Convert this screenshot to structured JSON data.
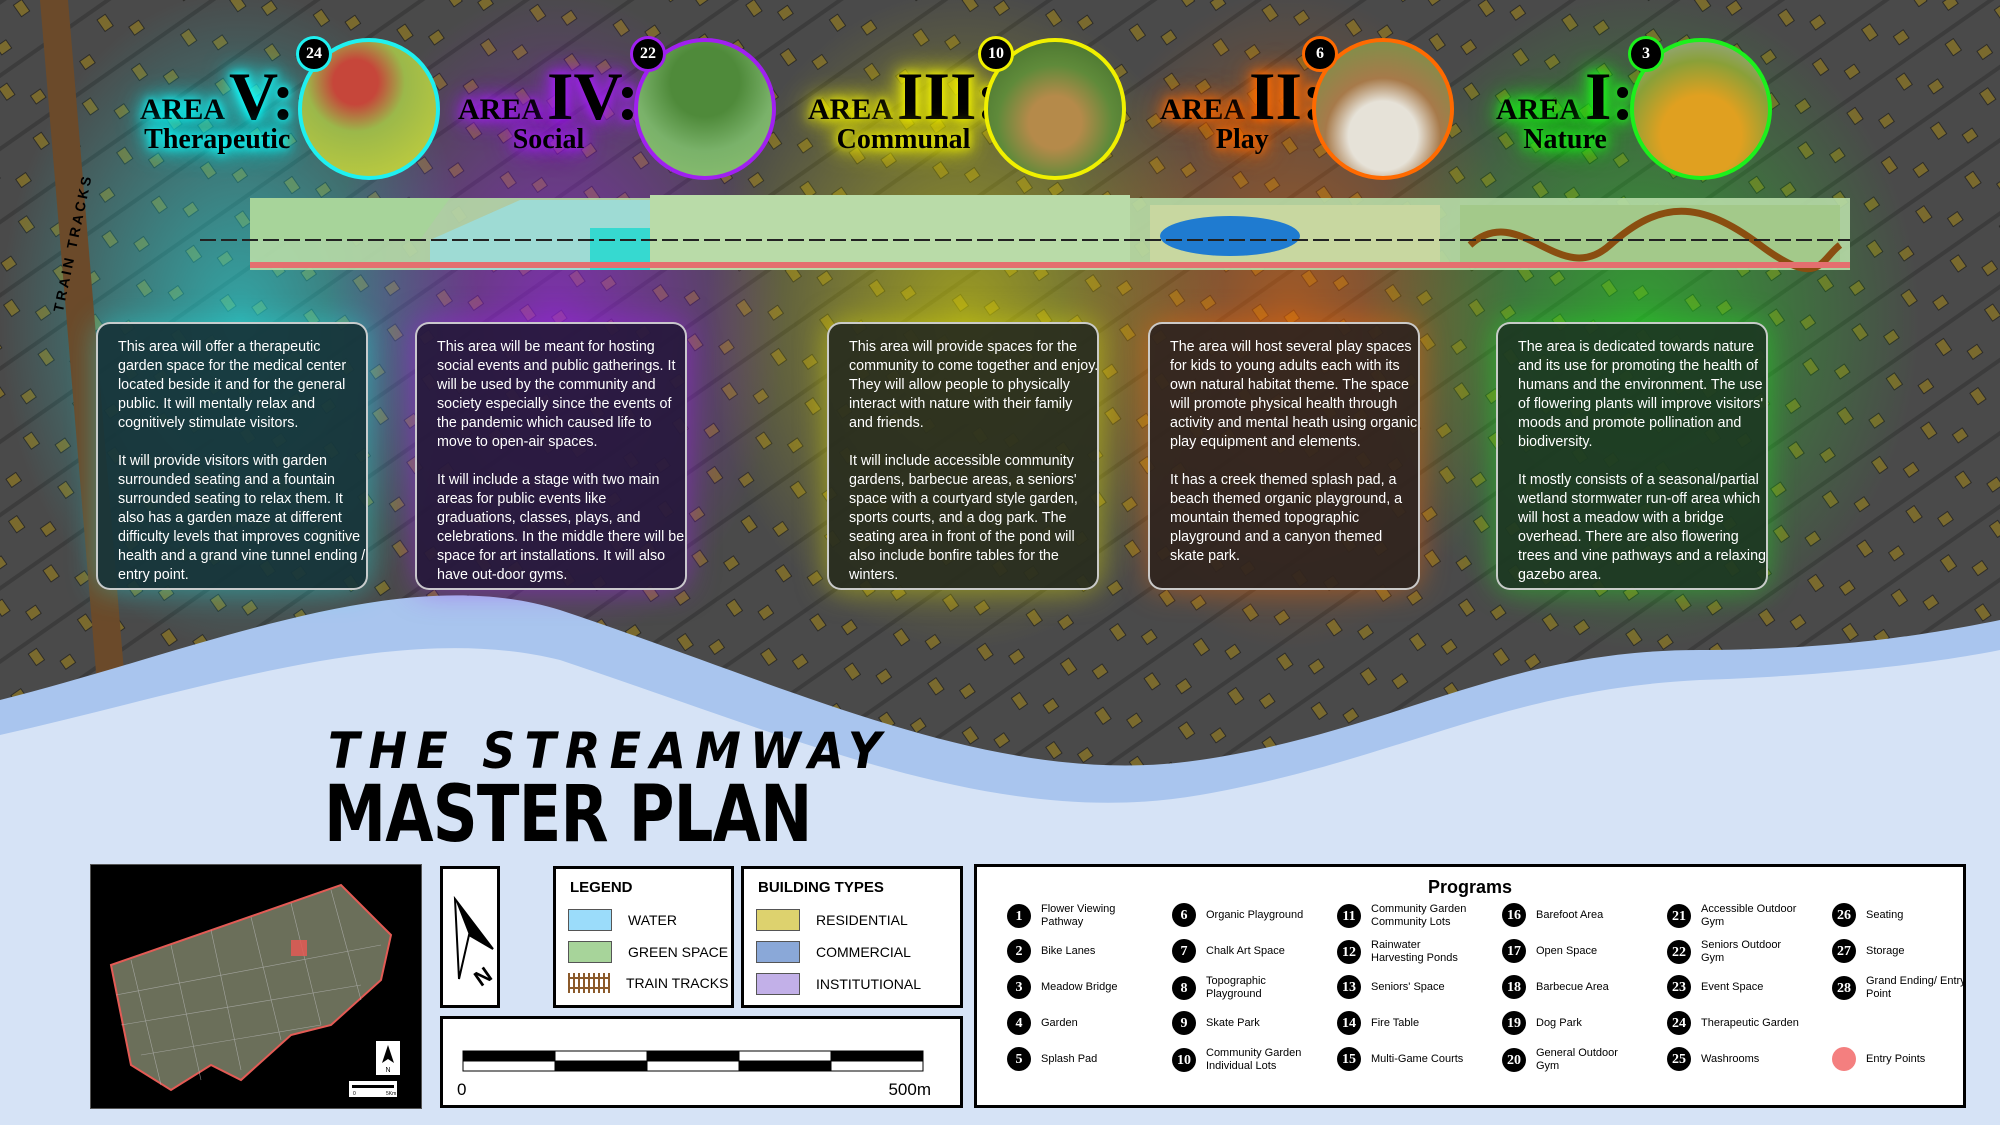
{
  "title": {
    "line1": "THE STREAMWAY",
    "line2": "MASTER PLAN"
  },
  "train_tracks_label": "TRAIN TRACKS",
  "areas": [
    {
      "word": "AREA",
      "numeral": "V:",
      "name": "Therapeutic",
      "program_badge": "24",
      "accent": "#1ff0f0",
      "paragraphs": [
        "This area will offer a therapeutic garden space for the medical center located beside it and for the general public. It will mentally relax and cognitively stimulate visitors.",
        "It will provide visitors with garden surrounded seating and a fountain surrounded seating to relax them. It also has a garden maze at different difficulty levels that improves cognitive health and a grand vine tunnel ending / entry point."
      ]
    },
    {
      "word": "AREA",
      "numeral": "IV:",
      "name": "Social",
      "program_badge": "22",
      "accent": "#a020f0",
      "paragraphs": [
        "This area will be meant for hosting social events and public gatherings. It will be used by the community and society especially since the events of the pandemic which caused life to move to open-air spaces.",
        "It will include a stage with two main areas for public events like graduations, classes, plays, and celebrations. In the middle there will be space for art installations. It will also have out-door gyms."
      ]
    },
    {
      "word": "AREA",
      "numeral": "III:",
      "name": "Communal",
      "program_badge": "10",
      "accent": "#f0f000",
      "paragraphs": [
        "This area will provide spaces for the community to come together and enjoy. They will allow people to physically interact with nature with their family and friends.",
        "It will include accessible community gardens, barbecue areas, a seniors' space with a courtyard style garden, sports courts, and a dog park. The seating area in front of the pond will also include bonfire tables for the winters."
      ]
    },
    {
      "word": "AREA",
      "numeral": "II:",
      "name": "Play",
      "program_badge": "6",
      "accent": "#ff6a00",
      "paragraphs": [
        "The area will host several play spaces for kids to young adults each with its own natural habitat theme. The space will promote physical health through activity and mental heath using organic play equipment and elements.",
        "It has a creek themed splash pad, a beach themed organic playground, a mountain themed topographic playground and a canyon themed skate park."
      ]
    },
    {
      "word": "AREA",
      "numeral": "I:",
      "name": "Nature",
      "program_badge": "3",
      "accent": "#1cf01c",
      "paragraphs": [
        "The area is dedicated towards nature and its use for promoting the health of humans and the environment. The use of flowering plants will improve visitors' moods and promote pollination and biodiversity.",
        "It mostly consists of a seasonal/partial wetland stormwater run-off area which will host a meadow with a bridge overhead. There are also flowering trees and vine pathways and a relaxing gazebo area."
      ]
    }
  ],
  "legend": {
    "heading": "LEGEND",
    "items": [
      {
        "label": "WATER",
        "color": "#9bdcfa"
      },
      {
        "label": "GREEN SPACE",
        "color": "#a7d49a"
      },
      {
        "label": "TRAIN TRACKS",
        "color": "#8b5a2b"
      }
    ]
  },
  "building_types": {
    "heading": "BUILDING TYPES",
    "items": [
      {
        "label": "RESIDENTIAL",
        "color": "#ddd26e"
      },
      {
        "label": "COMMERCIAL",
        "color": "#8aa8d8"
      },
      {
        "label": "INSTITUTIONAL",
        "color": "#c2b0e8"
      }
    ]
  },
  "north_arrow": {
    "label": "N"
  },
  "scale_bar": {
    "start": "0",
    "end": "500m"
  },
  "locator_map": {
    "north_label": "N",
    "scale_start": "0",
    "scale_end": "5Km"
  },
  "programs": {
    "heading": "Programs",
    "items": [
      {
        "num": "1",
        "label": "Flower Viewing Pathway"
      },
      {
        "num": "2",
        "label": "Bike Lanes"
      },
      {
        "num": "3",
        "label": "Meadow Bridge"
      },
      {
        "num": "4",
        "label": "Garden"
      },
      {
        "num": "5",
        "label": "Splash Pad"
      },
      {
        "num": "6",
        "label": "Organic Playground"
      },
      {
        "num": "7",
        "label": "Chalk Art Space"
      },
      {
        "num": "8",
        "label": "Topographic Playground"
      },
      {
        "num": "9",
        "label": "Skate Park"
      },
      {
        "num": "10",
        "label": "Community Garden Individual Lots"
      },
      {
        "num": "11",
        "label": "Community Garden Community Lots"
      },
      {
        "num": "12",
        "label": "Rainwater Harvesting Ponds"
      },
      {
        "num": "13",
        "label": "Seniors' Space"
      },
      {
        "num": "14",
        "label": "Fire Table"
      },
      {
        "num": "15",
        "label": "Multi-Game Courts"
      },
      {
        "num": "16",
        "label": "Barefoot Area"
      },
      {
        "num": "17",
        "label": "Open Space"
      },
      {
        "num": "18",
        "label": "Barbecue Area"
      },
      {
        "num": "19",
        "label": "Dog Park"
      },
      {
        "num": "20",
        "label": "General Outdoor Gym"
      },
      {
        "num": "21",
        "label": "Accessible Outdoor Gym"
      },
      {
        "num": "22",
        "label": "Seniors Outdoor Gym"
      },
      {
        "num": "23",
        "label": "Event Space"
      },
      {
        "num": "24",
        "label": "Therapeutic Garden"
      },
      {
        "num": "25",
        "label": "Washrooms"
      },
      {
        "num": "26",
        "label": "Seating"
      },
      {
        "num": "27",
        "label": "Storage"
      },
      {
        "num": "28",
        "label": "Grand Ending/ Entry Point"
      }
    ],
    "entry_points": {
      "label": "Entry Points",
      "color": "#f47f7f"
    }
  }
}
